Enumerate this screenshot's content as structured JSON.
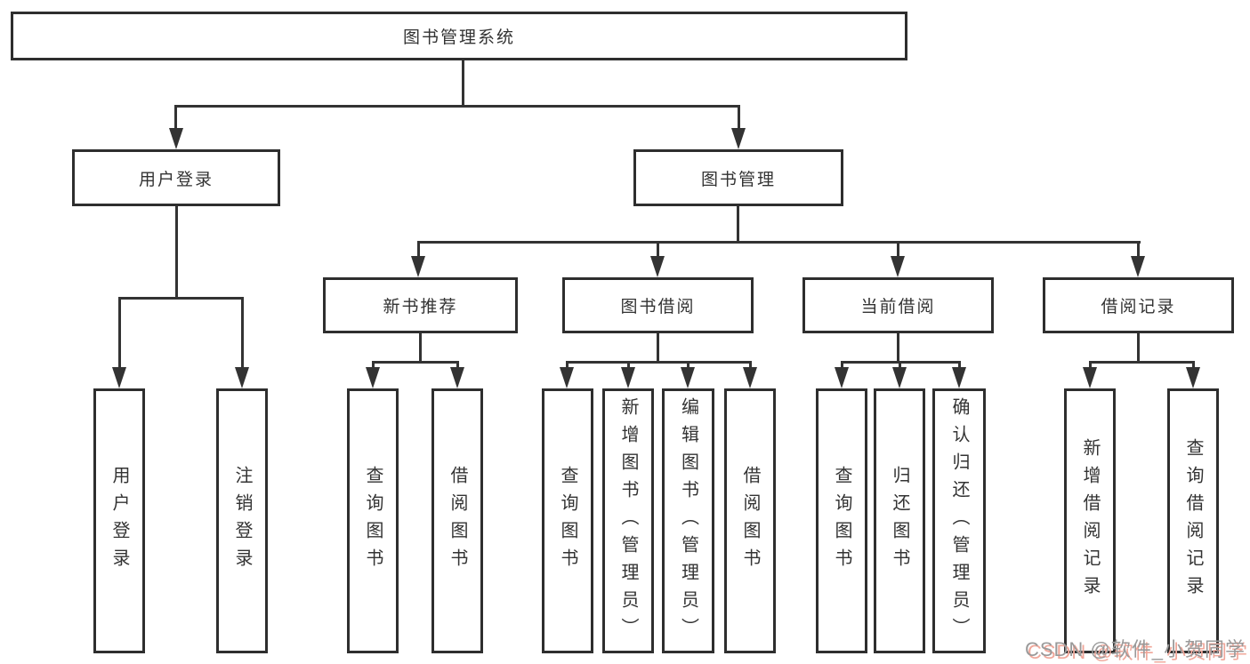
{
  "diagram": {
    "root": {
      "label": "图书管理系统"
    },
    "level2": [
      {
        "label": "用户登录"
      },
      {
        "label": "图书管理"
      }
    ],
    "level3": [
      {
        "label": "新书推荐"
      },
      {
        "label": "图书借阅"
      },
      {
        "label": "当前借阅"
      },
      {
        "label": "借阅记录"
      }
    ],
    "leaves": {
      "user_login": [
        {
          "label": "用户登录"
        },
        {
          "label": "注销登录"
        }
      ],
      "new_book": [
        {
          "label": "查询图书"
        },
        {
          "label": "借阅图书"
        }
      ],
      "book_borrow": [
        {
          "label": "查询图书"
        },
        {
          "label": "新增图书（管理员）"
        },
        {
          "label": "编辑图书（管理员）"
        },
        {
          "label": "借阅图书"
        }
      ],
      "current_borrow": [
        {
          "label": "查询图书"
        },
        {
          "label": "归还图书"
        },
        {
          "label": "确认归还（管理员）"
        }
      ],
      "borrow_record": [
        {
          "label": "新增借阅记录"
        },
        {
          "label": "查询借阅记录"
        }
      ]
    }
  },
  "watermark": {
    "text": "CSDN @软件_小贺同学"
  },
  "colors": {
    "line": "#333333",
    "box_border": "#2e2e2e",
    "background": "#ffffff",
    "watermark_text": "#9a9a9a",
    "watermark_shadow": "#f0a79a"
  }
}
